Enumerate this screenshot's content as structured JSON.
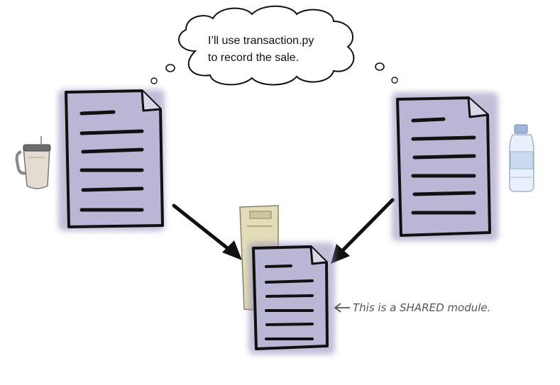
{
  "thought_bubble": {
    "line1": "I’ll use transaction.py",
    "line2": "to record the sale."
  },
  "annotation": {
    "text": "This is a SHARED module."
  },
  "icons": {
    "left_prop": "travel-mug-icon",
    "right_prop": "water-bottle-icon"
  },
  "colors": {
    "document_fill": "#b9b6d6",
    "document_outline": "#111111",
    "server_fill": "#e3dcb8",
    "arrow": "#111111",
    "annotation_text": "#555555"
  }
}
